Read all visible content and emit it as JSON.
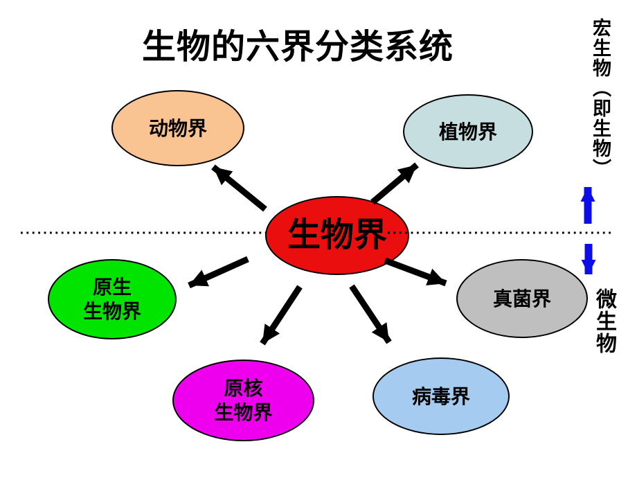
{
  "title": "生物的六界分类系统",
  "center": {
    "id": "biosphere",
    "label": "生物界",
    "color": "#EA0E0E"
  },
  "kingdoms": [
    {
      "id": "animal",
      "label": "动物界",
      "color": "#FAC392"
    },
    {
      "id": "plant",
      "label": "植物界",
      "color": "#C6DEDF"
    },
    {
      "id": "protist",
      "label": "原生\n生物界",
      "color": "#00E400"
    },
    {
      "id": "fungi",
      "label": "真菌界",
      "color": "#BFBFBF"
    },
    {
      "id": "prokaryote",
      "label": "原核\n生物界",
      "color": "#EE00EE"
    },
    {
      "id": "virus",
      "label": "病毒界",
      "color": "#A5CBF1"
    }
  ],
  "connections": [
    {
      "from": "biosphere",
      "to": "animal"
    },
    {
      "from": "biosphere",
      "to": "plant"
    },
    {
      "from": "biosphere",
      "to": "protist"
    },
    {
      "from": "biosphere",
      "to": "fungi"
    },
    {
      "from": "biosphere",
      "to": "prokaryote"
    },
    {
      "from": "biosphere",
      "to": "virus"
    }
  ],
  "annotations": {
    "macro_label": "宏生物（即生物）",
    "micro_label": "微生物",
    "divider_style": "dotted",
    "arrow_color": "#0D0DE8"
  }
}
